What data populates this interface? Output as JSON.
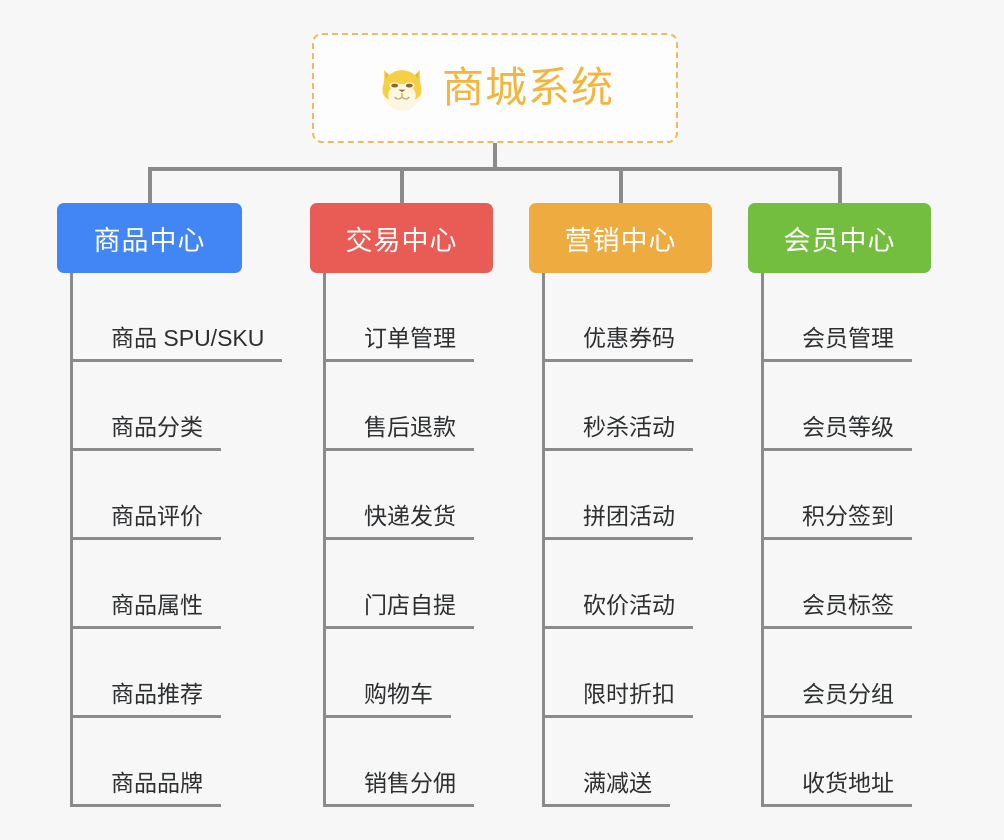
{
  "diagram": {
    "title": "商城系统",
    "root": {
      "label": "商城系统",
      "icon": "shiba-dog-face-icon",
      "text_color": "#f0b63f",
      "border_color": "#f0b860",
      "background": "#fdfdfd"
    },
    "connector_color": "#8b8b8b",
    "canvas_background": "#f7f7f7",
    "branches": [
      {
        "label": "商品中心",
        "color": "#4285f4",
        "items": [
          {
            "label": "商品 SPU/SKU"
          },
          {
            "label": "商品分类"
          },
          {
            "label": "商品评价"
          },
          {
            "label": "商品属性"
          },
          {
            "label": "商品推荐"
          },
          {
            "label": "商品品牌"
          }
        ]
      },
      {
        "label": "交易中心",
        "color": "#e85c55",
        "items": [
          {
            "label": "订单管理"
          },
          {
            "label": "售后退款"
          },
          {
            "label": "快递发货"
          },
          {
            "label": "门店自提"
          },
          {
            "label": "购物车"
          },
          {
            "label": "销售分佣"
          }
        ]
      },
      {
        "label": "营销中心",
        "color": "#eeab40",
        "items": [
          {
            "label": "优惠券码"
          },
          {
            "label": "秒杀活动"
          },
          {
            "label": "拼团活动"
          },
          {
            "label": "砍价活动"
          },
          {
            "label": "限时折扣"
          },
          {
            "label": "满减送"
          }
        ]
      },
      {
        "label": "会员中心",
        "color": "#74be3f",
        "items": [
          {
            "label": "会员管理"
          },
          {
            "label": "会员等级"
          },
          {
            "label": "积分签到"
          },
          {
            "label": "会员标签"
          },
          {
            "label": "会员分组"
          },
          {
            "label": "收货地址"
          }
        ]
      }
    ]
  }
}
